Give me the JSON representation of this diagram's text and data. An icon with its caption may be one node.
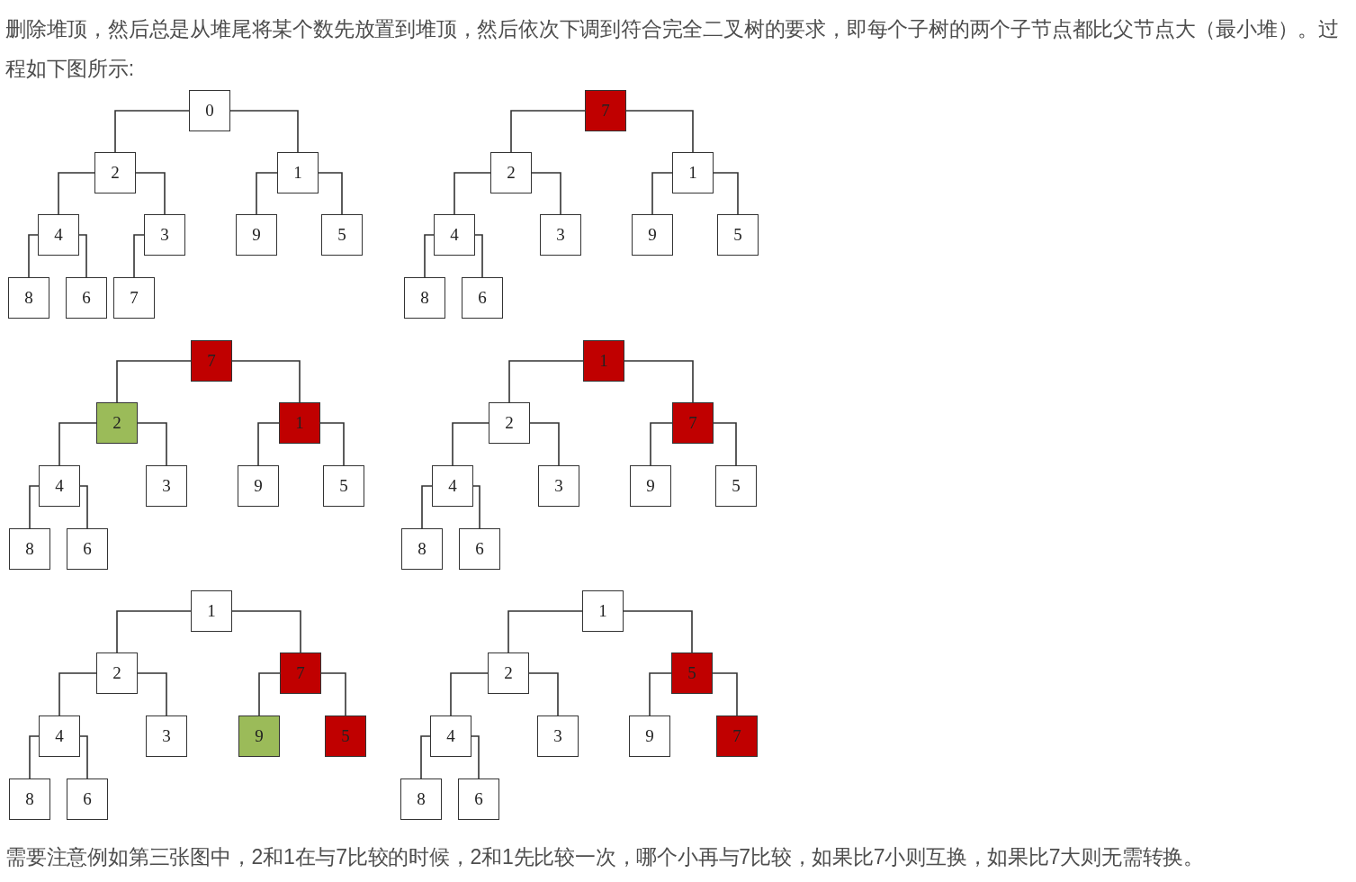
{
  "diagram": {
    "nodes": [
      {
        "text": [
          "0"
        ]
      },
      {
        "text": [
          "2"
        ]
      },
      {
        "text": [
          "1"
        ]
      },
      {
        "text": [
          "4"
        ]
      },
      {
        "text": [
          "3"
        ]
      },
      {
        "text": [
          "9"
        ]
      },
      {
        "text": [
          "5"
        ]
      },
      {
        "text": [
          "8"
        ]
      },
      {
        "text": [
          "6"
        ]
      },
      {
        "text": [
          "7"
        ]
      },
      {
        "text": [
          "7"
        ]
      },
      {
        "text": [
          "2"
        ]
      },
      {
        "text": [
          "1"
        ]
      },
      {
        "text": [
          "4"
        ]
      },
      {
        "text": [
          "3"
        ]
      },
      {
        "text": [
          "9"
        ]
      },
      {
        "text": [
          "5"
        ]
      },
      {
        "text": [
          "8"
        ]
      },
      {
        "text": [
          "6"
        ]
      },
      {
        "text": [
          "7"
        ]
      },
      {
        "text": [
          "2"
        ]
      },
      {
        "text": [
          "1"
        ]
      },
      {
        "text": [
          "4"
        ]
      },
      {
        "text": [
          "3"
        ]
      },
      {
        "text": [
          "9"
        ]
      },
      {
        "text": [
          "5"
        ]
      },
      {
        "text": [
          "8"
        ]
      },
      {
        "text": [
          "6"
        ]
      },
      {
        "text": [
          "1"
        ]
      },
      {
        "text": [
          "2"
        ]
      },
      {
        "text": [
          "7"
        ]
      },
      {
        "text": [
          "4"
        ]
      },
      {
        "text": [
          "3"
        ]
      },
      {
        "text": [
          "9"
        ]
      },
      {
        "text": [
          "5"
        ]
      },
      {
        "text": [
          "8"
        ]
      },
      {
        "text": [
          "6"
        ]
      },
      {
        "text": [
          "1"
        ]
      },
      {
        "text": [
          "2"
        ]
      },
      {
        "text": [
          "7"
        ]
      },
      {
        "text": [
          "4"
        ]
      },
      {
        "text": [
          "3"
        ]
      },
      {
        "text": [
          "9"
        ]
      },
      {
        "text": [
          "5"
        ]
      },
      {
        "text": [
          "8"
        ]
      },
      {
        "text": [
          "6"
        ]
      },
      {
        "text": [
          "1"
        ]
      },
      {
        "text": [
          "2"
        ]
      },
      {
        "text": [
          "5"
        ]
      },
      {
        "text": [
          "4"
        ]
      },
      {
        "text": [
          "3"
        ]
      },
      {
        "text": [
          "9"
        ]
      },
      {
        "text": [
          "7"
        ]
      },
      {
        "text": [
          "8"
        ]
      },
      {
        "text": [
          "6"
        ]
      }
    ],
    "edges": [
      {
        "from": 0,
        "to": 1,
        "arrow": "none"
      },
      {
        "from": 0,
        "to": 2,
        "arrow": "none"
      },
      {
        "from": 1,
        "to": 3,
        "arrow": "none"
      },
      {
        "from": 1,
        "to": 4,
        "arrow": "none"
      },
      {
        "from": 2,
        "to": 5,
        "arrow": "none"
      },
      {
        "from": 2,
        "to": 6,
        "arrow": "none"
      },
      {
        "from": 3,
        "to": 7,
        "arrow": "none"
      },
      {
        "from": 3,
        "to": 8,
        "arrow": "none"
      },
      {
        "from": 4,
        "to": 9,
        "arrow": "none"
      },
      {
        "from": 10,
        "to": 11,
        "arrow": "none"
      },
      {
        "from": 10,
        "to": 12,
        "arrow": "none"
      },
      {
        "from": 11,
        "to": 13,
        "arrow": "none"
      },
      {
        "from": 11,
        "to": 14,
        "arrow": "none"
      },
      {
        "from": 12,
        "to": 15,
        "arrow": "none"
      },
      {
        "from": 12,
        "to": 16,
        "arrow": "none"
      },
      {
        "from": 13,
        "to": 17,
        "arrow": "none"
      },
      {
        "from": 13,
        "to": 18,
        "arrow": "none"
      },
      {
        "from": 19,
        "to": 20,
        "arrow": "none"
      },
      {
        "from": 19,
        "to": 21,
        "arrow": "none"
      },
      {
        "from": 20,
        "to": 22,
        "arrow": "none"
      },
      {
        "from": 20,
        "to": 23,
        "arrow": "none"
      },
      {
        "from": 21,
        "to": 24,
        "arrow": "none"
      },
      {
        "from": 21,
        "to": 25,
        "arrow": "none"
      },
      {
        "from": 22,
        "to": 26,
        "arrow": "none"
      },
      {
        "from": 22,
        "to": 27,
        "arrow": "none"
      },
      {
        "from": 28,
        "to": 29,
        "arrow": "none"
      },
      {
        "from": 28,
        "to": 30,
        "arrow": "none"
      },
      {
        "from": 29,
        "to": 31,
        "arrow": "none"
      },
      {
        "from": 29,
        "to": 32,
        "arrow": "none"
      },
      {
        "from": 30,
        "to": 33,
        "arrow": "none"
      },
      {
        "from": 30,
        "to": 34,
        "arrow": "none"
      },
      {
        "from": 31,
        "to": 35,
        "arrow": "none"
      },
      {
        "from": 31,
        "to": 36,
        "arrow": "none"
      },
      {
        "from": 37,
        "to": 38,
        "arrow": "none"
      },
      {
        "from": 37,
        "to": 39,
        "arrow": "none"
      },
      {
        "from": 38,
        "to": 40,
        "arrow": "none"
      },
      {
        "from": 38,
        "to": 41,
        "arrow": "none"
      },
      {
        "from": 39,
        "to": 42,
        "arrow": "none"
      },
      {
        "from": 39,
        "to": 43,
        "arrow": "none"
      },
      {
        "from": 40,
        "to": 44,
        "arrow": "none"
      },
      {
        "from": 40,
        "to": 45,
        "arrow": "none"
      },
      {
        "from": 46,
        "to": 47,
        "arrow": "none"
      },
      {
        "from": 46,
        "to": 48,
        "arrow": "none"
      },
      {
        "from": 47,
        "to": 49,
        "arrow": "none"
      },
      {
        "from": 47,
        "to": 50,
        "arrow": "none"
      },
      {
        "from": 48,
        "to": 51,
        "arrow": "none"
      },
      {
        "from": 48,
        "to": 52,
        "arrow": "none"
      },
      {
        "from": 49,
        "to": 53,
        "arrow": "none"
      },
      {
        "from": 49,
        "to": 54,
        "arrow": "none"
      }
    ],
    "labels": [
      "删除堆顶，然后总是从堆尾将某个数先放置到堆顶，然后依次下调到符合完全二叉树的要求，即每个子树的两个子节点都比父节点大（最小堆）。过程如下图所示:",
      "需要注意例如第三张图中，2和1在与7比较的时候，2和1先比较一次，哪个小再与7比较，如果比7小则互换，如果比7大则无需转换。"
    ]
  }
}
